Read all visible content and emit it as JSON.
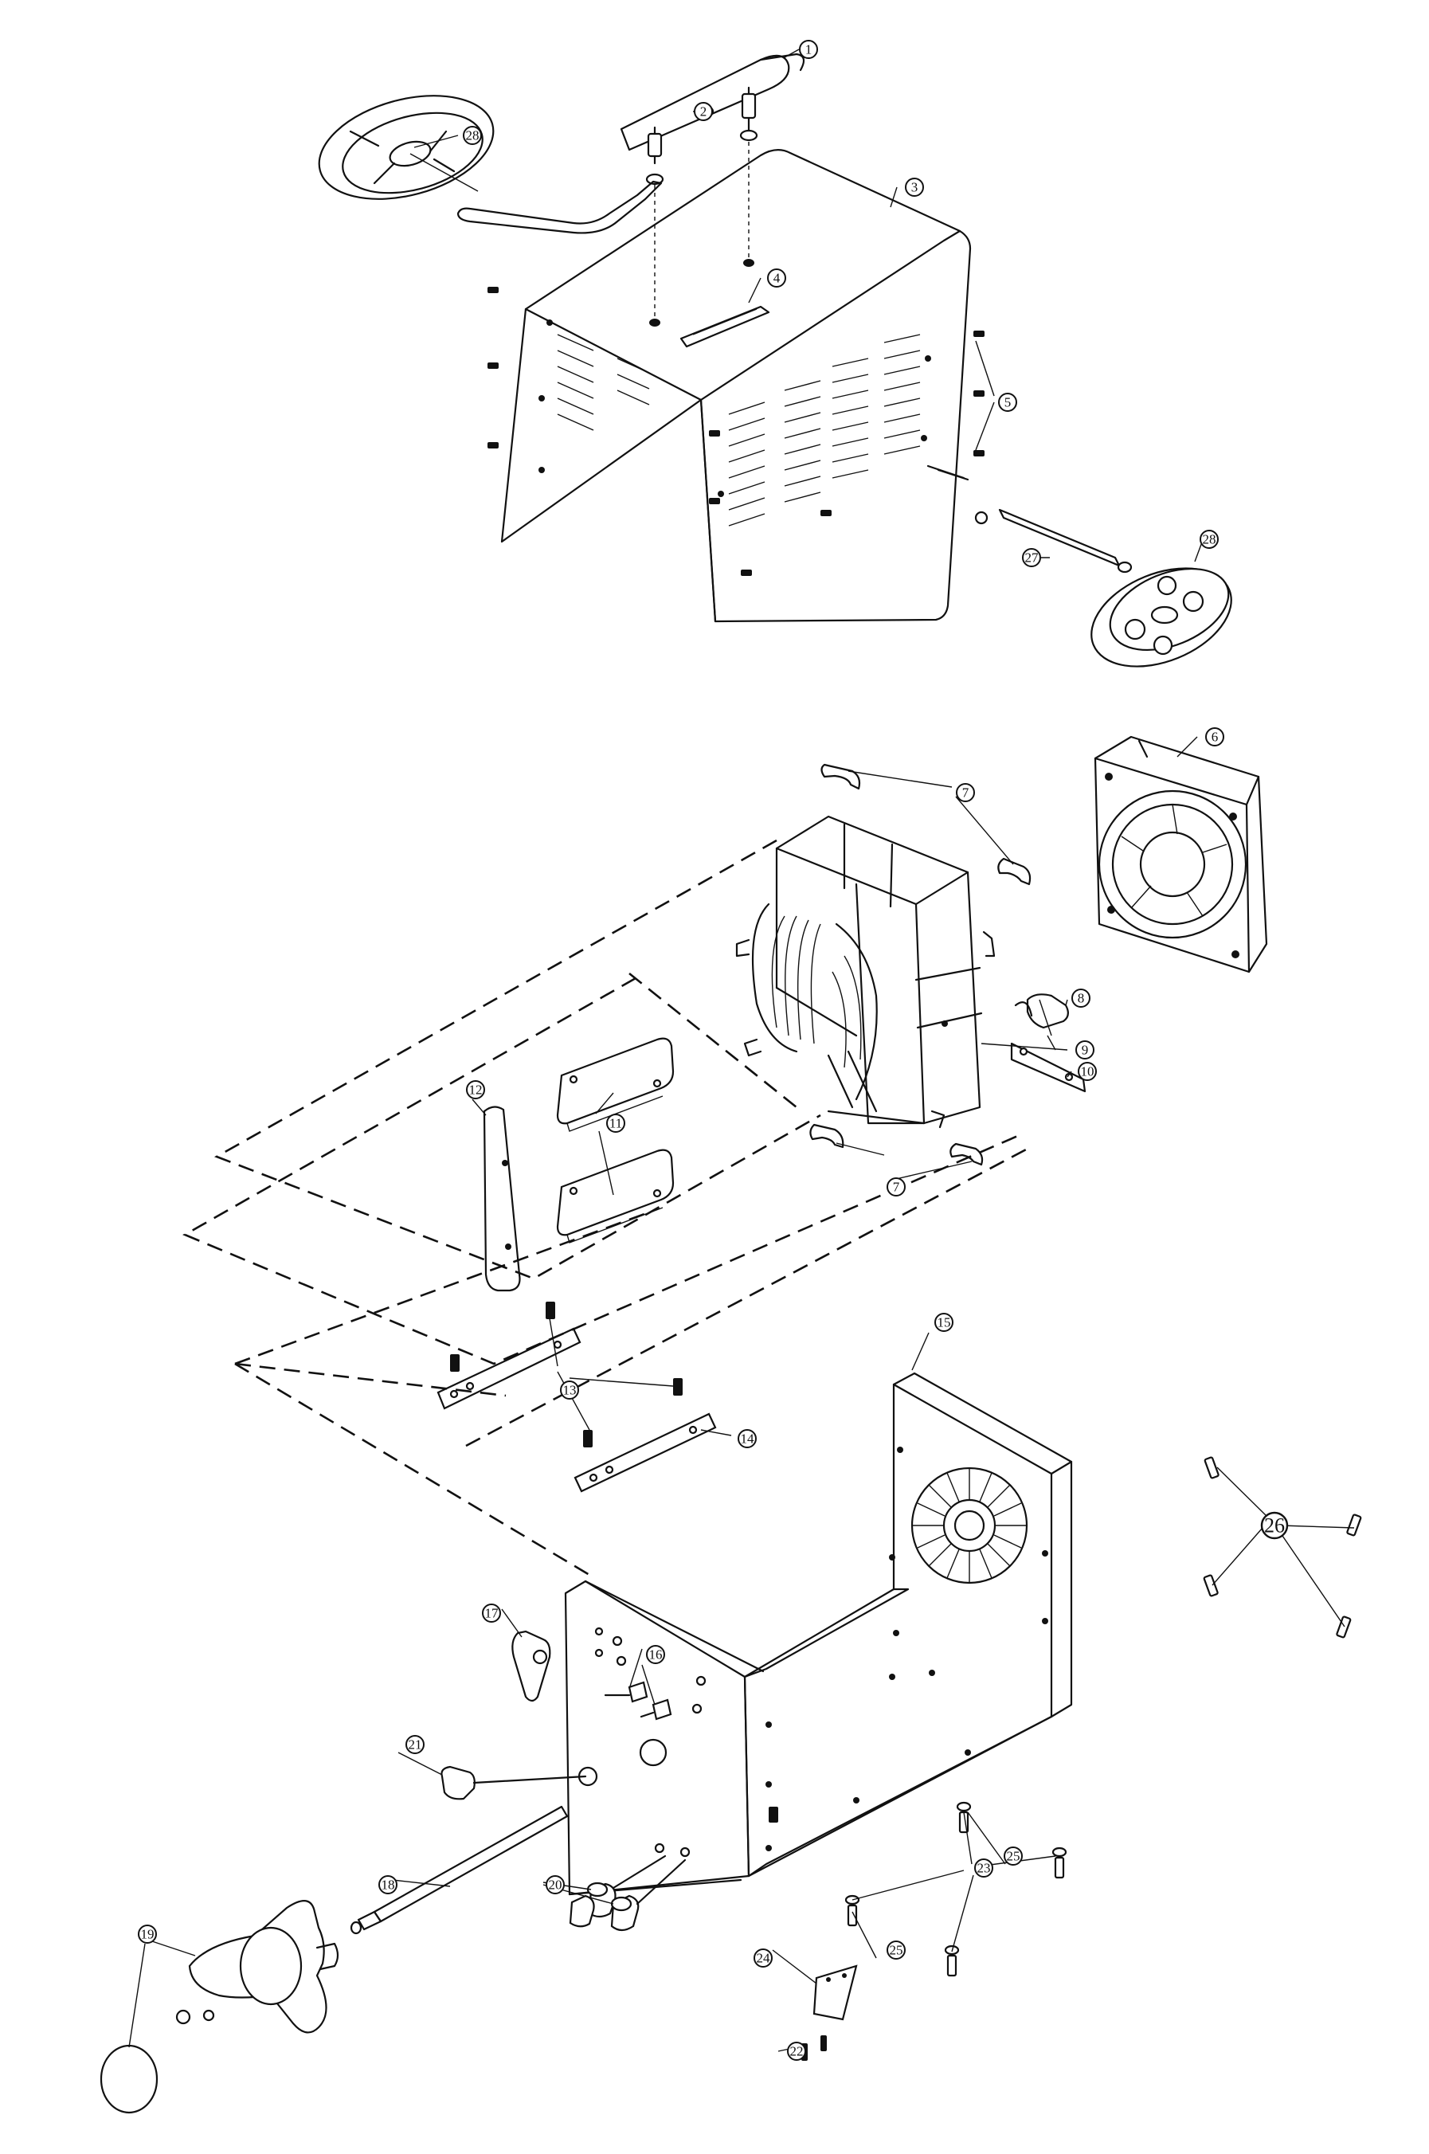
{
  "diagram": {
    "callouts": [
      {
        "id": "c1",
        "label": "1"
      },
      {
        "id": "c2",
        "label": "2"
      },
      {
        "id": "c3",
        "label": "3"
      },
      {
        "id": "c4",
        "label": "4"
      },
      {
        "id": "c5",
        "label": "5"
      },
      {
        "id": "c6",
        "label": "6"
      },
      {
        "id": "c7a",
        "label": "7"
      },
      {
        "id": "c7b",
        "label": "7"
      },
      {
        "id": "c8",
        "label": "8"
      },
      {
        "id": "c9",
        "label": "9"
      },
      {
        "id": "c10",
        "label": "10"
      },
      {
        "id": "c11",
        "label": "11"
      },
      {
        "id": "c12",
        "label": "12"
      },
      {
        "id": "c13",
        "label": "13"
      },
      {
        "id": "c14",
        "label": "14"
      },
      {
        "id": "c15",
        "label": "15"
      },
      {
        "id": "c16",
        "label": "16"
      },
      {
        "id": "c17",
        "label": "17"
      },
      {
        "id": "c18",
        "label": "18"
      },
      {
        "id": "c19",
        "label": "19"
      },
      {
        "id": "c20",
        "label": "20"
      },
      {
        "id": "c21",
        "label": "21"
      },
      {
        "id": "c22",
        "label": "22"
      },
      {
        "id": "c23",
        "label": "23"
      },
      {
        "id": "c24",
        "label": "24"
      },
      {
        "id": "c25a",
        "label": "25"
      },
      {
        "id": "c25b",
        "label": "25"
      },
      {
        "id": "c26",
        "label": "26"
      },
      {
        "id": "c27",
        "label": "27"
      },
      {
        "id": "c28a",
        "label": "28"
      },
      {
        "id": "c28b",
        "label": "28"
      }
    ]
  }
}
